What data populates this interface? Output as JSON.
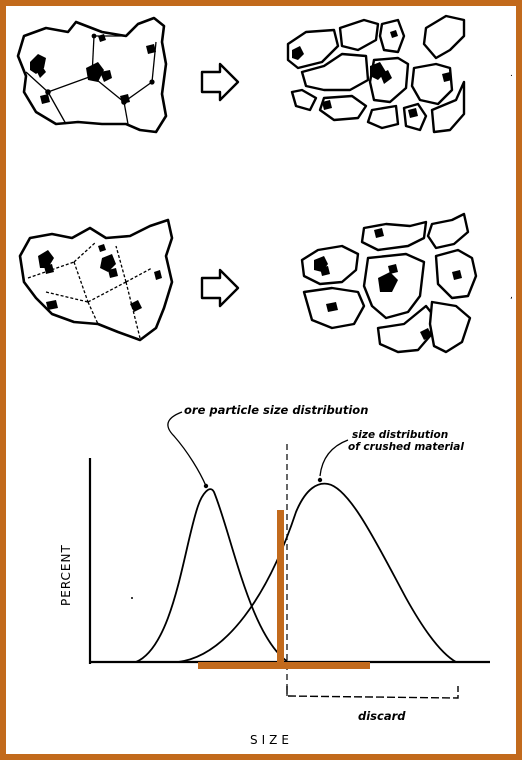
{
  "figure": {
    "frame_color": "#c26a1c",
    "highlight_color": "#c26a1c",
    "ink_color": "#000000"
  },
  "labels": {
    "ore_distribution": "ore particle size distribution",
    "crushed_line1": "size distribution",
    "crushed_line2": "of crushed material",
    "y_axis": "PERCENT",
    "x_axis": "SIZE",
    "discard": "discard"
  },
  "panels": {
    "row1_arrow": "right-arrow-icon",
    "row2_arrow": "right-arrow-icon"
  }
}
